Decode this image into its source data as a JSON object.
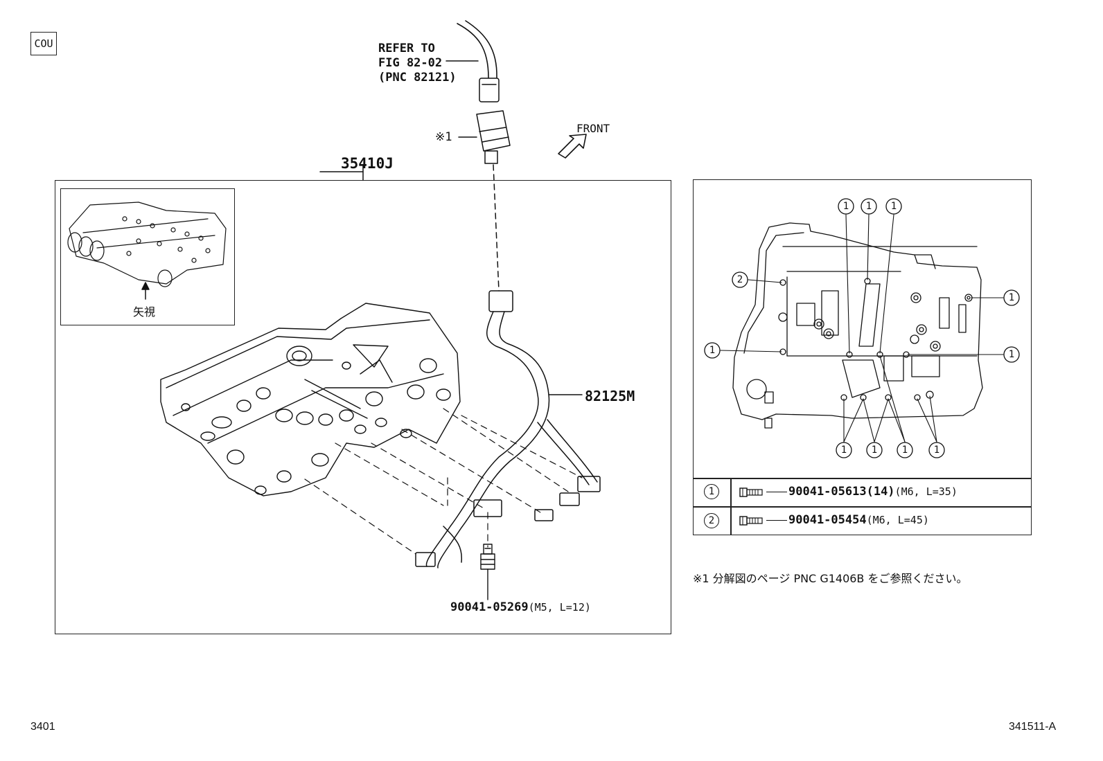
{
  "corner_tag": "COU",
  "refer": {
    "line1": "REFER TO",
    "line2": "FIG 82-02",
    "line3": "(PNC 82121)"
  },
  "note_ref": "※1",
  "front_label": "FRONT",
  "assembly_label": "35410J",
  "inset_caption": "矢視",
  "harness_label": "82125M",
  "bolt_bottom": {
    "part": "90041-05269",
    "spec": "(M5, L=12)"
  },
  "legend": [
    {
      "num": "1",
      "part": "90041-05613",
      "qty": "(14)",
      "spec": "(M6, L=35)"
    },
    {
      "num": "2",
      "part": "90041-05454",
      "qty": "",
      "spec": "(M6, L=45)"
    }
  ],
  "callout_num_1": "1",
  "callout_num_2": "2",
  "footnote": "※1 分解図のページ PNC G1406B をご参照ください。",
  "page_left": "3401",
  "page_right": "341511-A"
}
